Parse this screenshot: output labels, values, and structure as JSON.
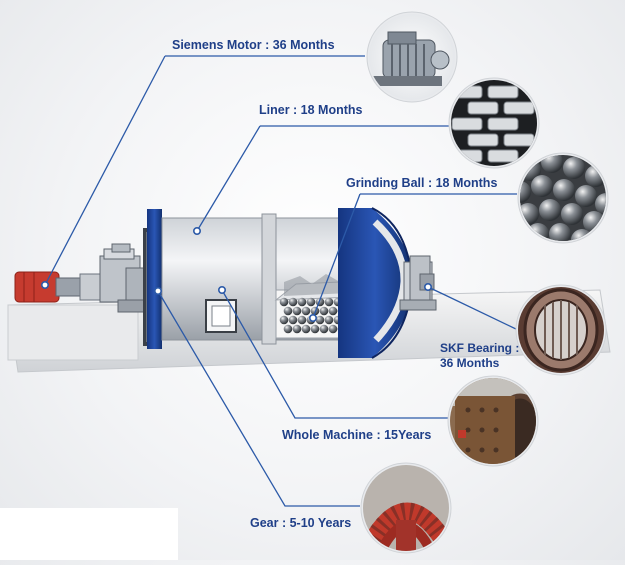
{
  "labels": {
    "motor": "Siemens Motor : 36 Months",
    "liner": "Liner : 18 Months",
    "grinding_ball": "Grinding Ball : 18 Months",
    "bearing_line1": "SKF Bearing :",
    "bearing_line2": "36 Months",
    "whole_machine": "Whole Machine  : 15Years",
    "gear": "Gear : 5-10 Years"
  },
  "thumbnails": [
    {
      "name": "motor-photo",
      "subject": "electric motor"
    },
    {
      "name": "liner-photo",
      "subject": "mill liner plates"
    },
    {
      "name": "grinding-ball-photo",
      "subject": "steel grinding balls"
    },
    {
      "name": "bearing-photo",
      "subject": "roller bearing"
    },
    {
      "name": "whole-machine-photo",
      "subject": "mill shell"
    },
    {
      "name": "gear-photo",
      "subject": "large ring gear"
    }
  ],
  "colors": {
    "label_text": "#1f3f88",
    "leader_line": "#2c5aa8",
    "mill_flange": "#1d3f8f",
    "motor": "#c0392b"
  }
}
